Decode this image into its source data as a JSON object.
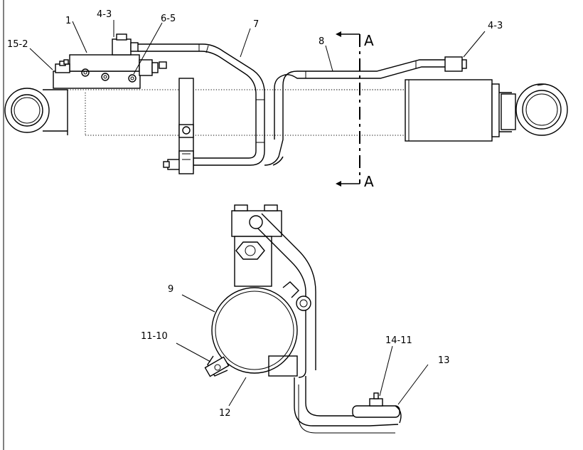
{
  "callouts": {
    "c1": "1",
    "c4_3_left": "4-3",
    "c6_5": "6-5",
    "c15_2": "15-2",
    "c7": "7",
    "c8": "8",
    "c4_3_right": "4-3",
    "c9": "9",
    "c11_10": "11-10",
    "c12": "12",
    "c14_11": "14-11",
    "c13": "13"
  },
  "section": {
    "top_label": "A",
    "bottom_label": "A"
  },
  "colors": {
    "line": "#000000",
    "background": "#ffffff"
  }
}
